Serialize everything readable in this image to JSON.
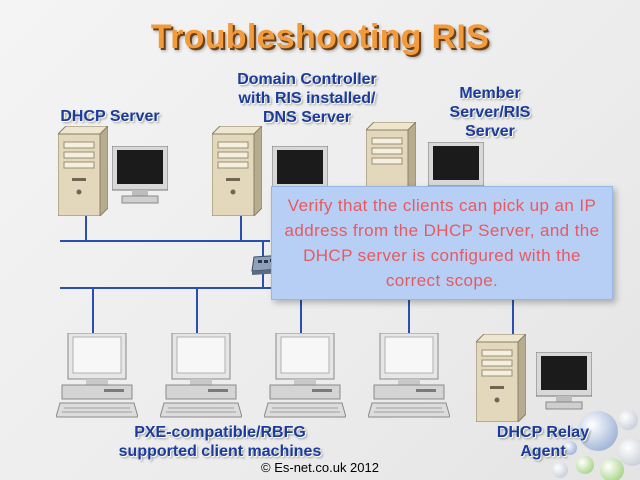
{
  "title": "Troubleshooting RIS",
  "labels": {
    "dhcp_server": "DHCP Server",
    "domain_controller": [
      "Domain Controller",
      "with RIS installed/",
      "DNS Server"
    ],
    "member_server": [
      "Member",
      "Server/RIS",
      "Server"
    ],
    "clients": [
      "PXE-compatible/RBFG",
      "supported client machines"
    ],
    "relay_agent": [
      "DHCP Relay",
      "Agent"
    ]
  },
  "callout": "Verify that the clients can pick up an IP address from the DHCP Server, and the DHCP server is configured with the correct scope.",
  "copyright": "© Es-net.co.uk 2012",
  "colors": {
    "title": "#f39a3a",
    "label": "#1a3b9c",
    "network_line": "#2b4fb0",
    "callout_bg": "#b7cff5",
    "callout_text": "#e8595f"
  }
}
